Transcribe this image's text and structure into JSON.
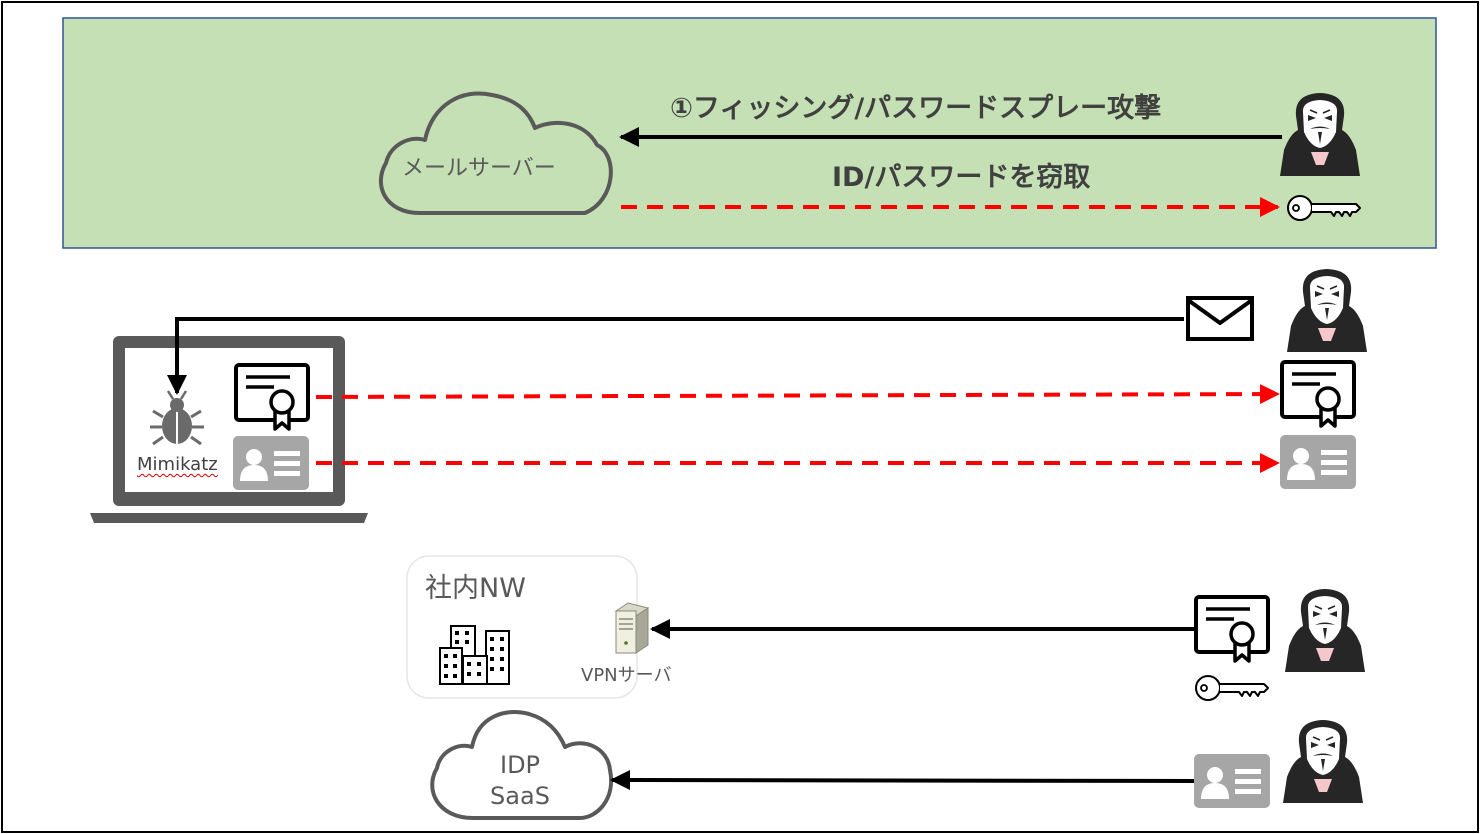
{
  "labels": {
    "phishing_step": "①フィッシング/パスワードスプレー攻撃",
    "credential_theft": "ID/パスワードを窃取",
    "mail_server": "メールサーバー",
    "mimikatz": "Mimikatz",
    "internal_network": "社内NW",
    "vpn_server": "VPNサーバ",
    "idp": "IDP",
    "saas": "SaaS"
  },
  "colors": {
    "panel_fill": "#c5e0b4",
    "panel_border": "#2f5597",
    "stolen_flow": "#ff0000",
    "attack_flow": "#000000",
    "cloud_stroke": "#595959",
    "badge_gray": "#a6a6a6"
  },
  "icons": {
    "attacker": "anonymous-mask-hacker-icon",
    "key": "key-icon",
    "envelope": "envelope-icon",
    "certificate": "certificate-icon",
    "id_card": "id-card-icon",
    "malware": "bug-icon",
    "laptop": "laptop-icon",
    "buildings": "office-buildings-icon",
    "server": "server-tower-icon",
    "cloud": "cloud-icon"
  }
}
